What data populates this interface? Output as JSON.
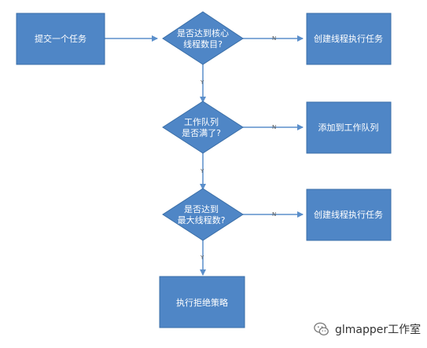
{
  "diagram": {
    "colors": {
      "fill": "#4f86c6",
      "stroke": "#3b6fa8",
      "line": "#5b8fcb",
      "text": "#ffffff"
    },
    "nodes": {
      "start": "提交一个任务",
      "q_core": [
        "是否达到核心",
        "线程数目?"
      ],
      "create_thread_1": "创建线程执行任务",
      "q_queue": [
        "工作队列",
        "是否满了?"
      ],
      "add_queue": "添加到工作队列",
      "q_max": [
        "是否达到",
        "最大线程数?"
      ],
      "create_thread_2": "创建线程执行任务",
      "reject": "执行拒绝策略"
    },
    "edge_labels": {
      "no": "N",
      "yes": "Y"
    }
  },
  "watermark": {
    "text": "glmapper工作室",
    "icon": "wechat-icon"
  }
}
